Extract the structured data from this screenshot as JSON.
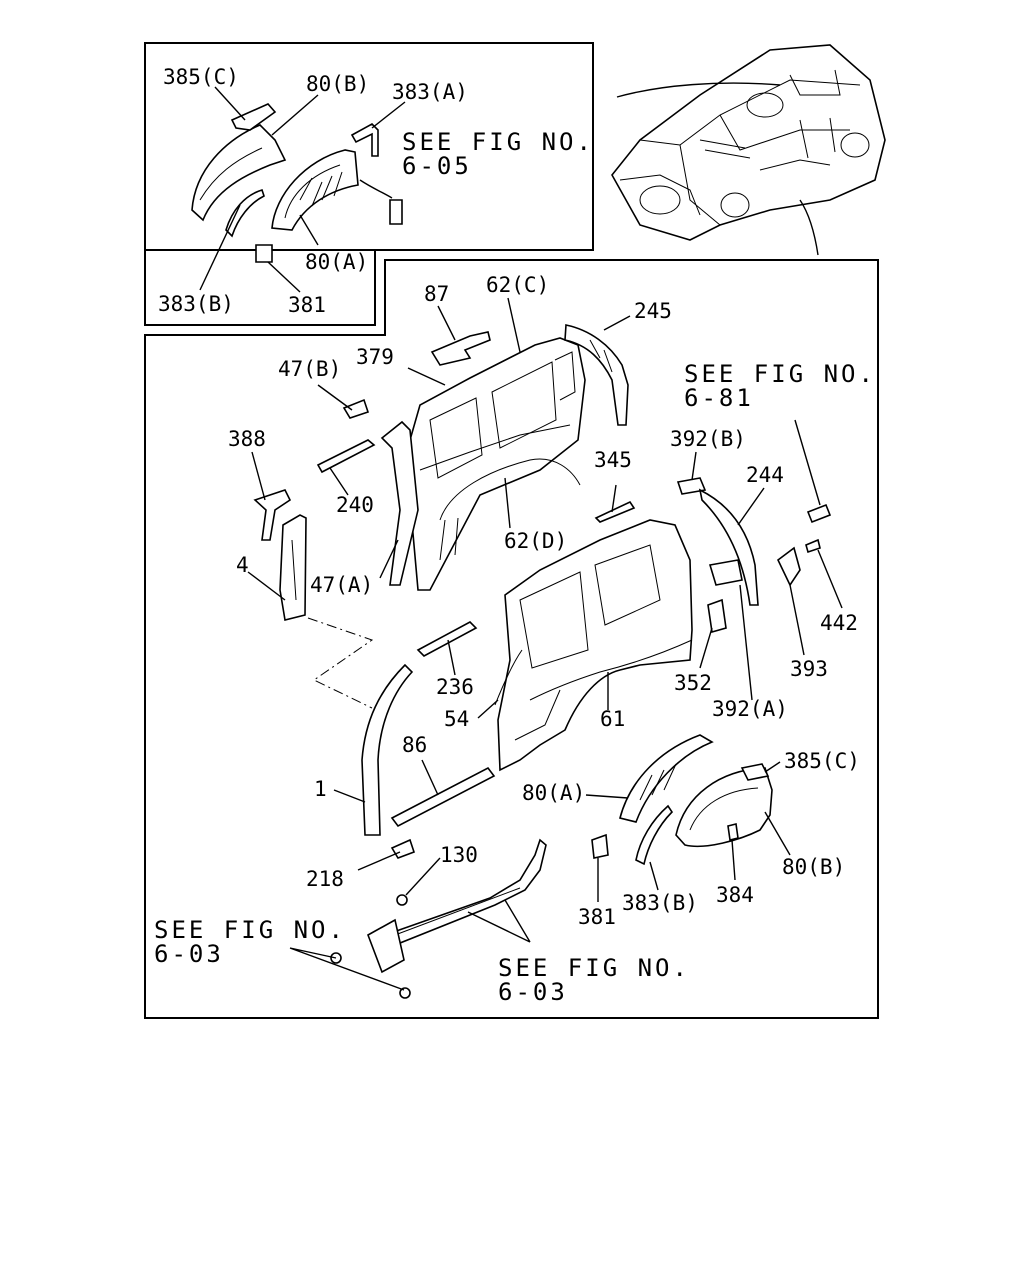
{
  "inset": {
    "labels": {
      "l385c": "385(C)",
      "l80b": "80(B)",
      "l383a": "383(A)",
      "l383b": "383(B)",
      "l381": "381",
      "l80a": "80(A)"
    },
    "note_line1": "SEE FIG NO.",
    "note_line2": "6-05"
  },
  "main": {
    "labels": {
      "l87": "87",
      "l62c": "62(C)",
      "l245": "245",
      "l47b": "47(B)",
      "l379": "379",
      "l388": "388",
      "l240": "240",
      "l62d": "62(D)",
      "l47a": "47(A)",
      "l4": "4",
      "l345": "345",
      "l392b": "392(B)",
      "l244": "244",
      "l442": "442",
      "l393": "393",
      "l352": "352",
      "l392a": "392(A)",
      "l236": "236",
      "l54": "54",
      "l61": "61",
      "l86": "86",
      "l1": "1",
      "l80a": "80(A)",
      "l385c": "385(C)",
      "l80b": "80(B)",
      "l130": "130",
      "l218": "218",
      "l381": "381",
      "l383b": "383(B)",
      "l384": "384"
    },
    "note_681_line1": "SEE FIG NO.",
    "note_681_line2": "6-81",
    "note_603a_line1": "SEE FIG NO.",
    "note_603a_line2": "6-03",
    "note_603b_line1": "SEE FIG NO.",
    "note_603b_line2": "6-03"
  }
}
